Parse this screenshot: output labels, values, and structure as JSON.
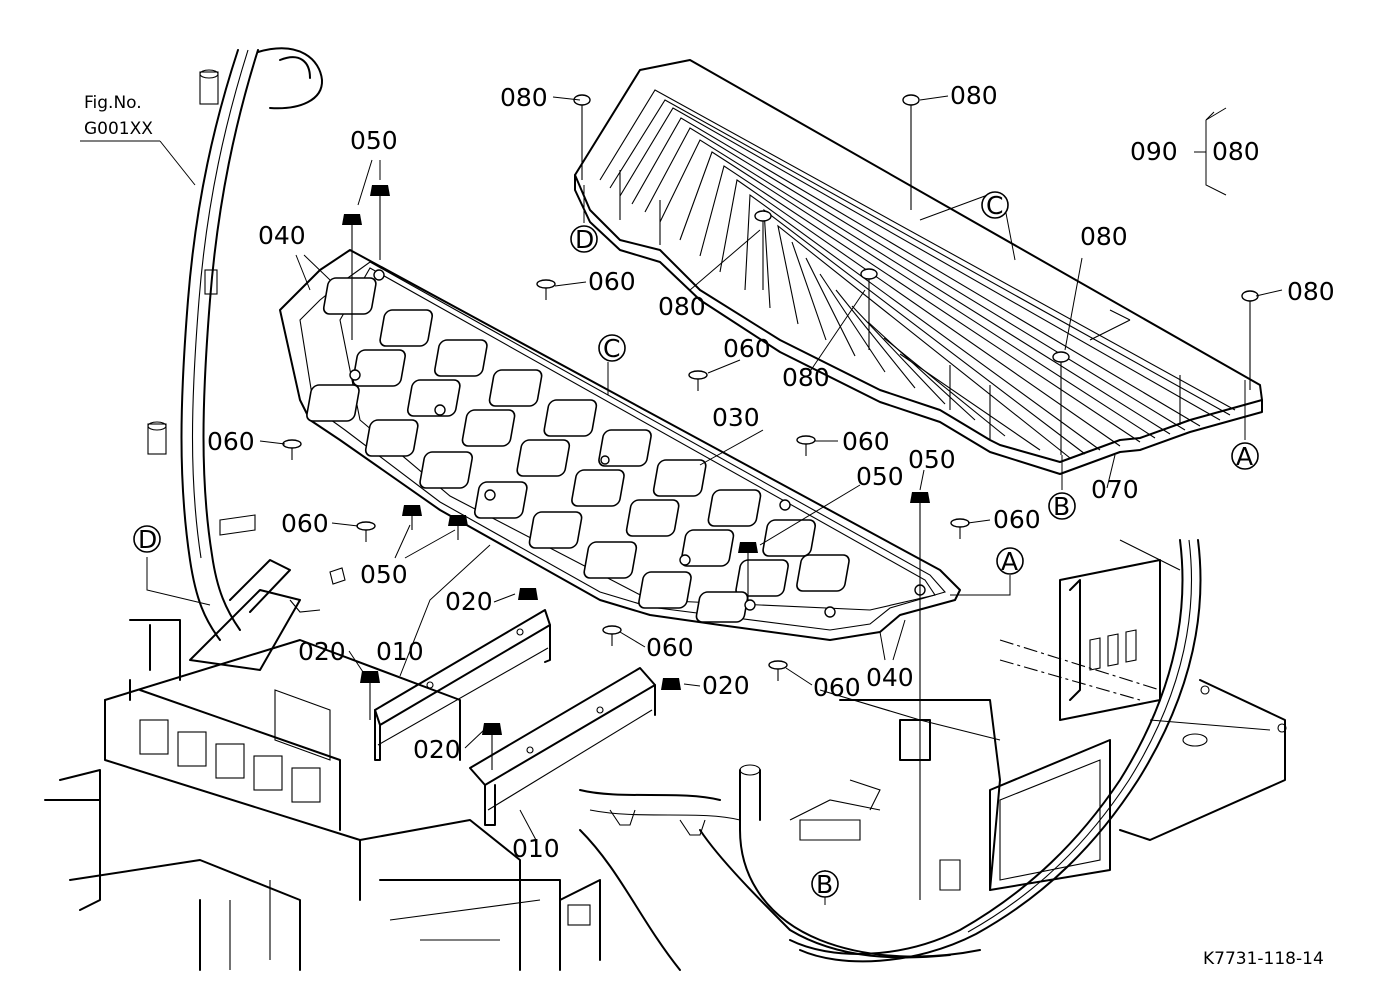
{
  "figure_ref": {
    "line1": "Fig.No.",
    "line2": "G001XX"
  },
  "diagram_code": "K7731-118-14",
  "kit_note": {
    "left": "090",
    "right": "080"
  },
  "callouts": {
    "p010": "010",
    "p020": "020",
    "p030": "030",
    "p040": "040",
    "p050": "050",
    "p060": "060",
    "p070": "070",
    "p080": "080"
  },
  "markers": {
    "A": "A",
    "B": "B",
    "C": "C",
    "D": "D"
  }
}
